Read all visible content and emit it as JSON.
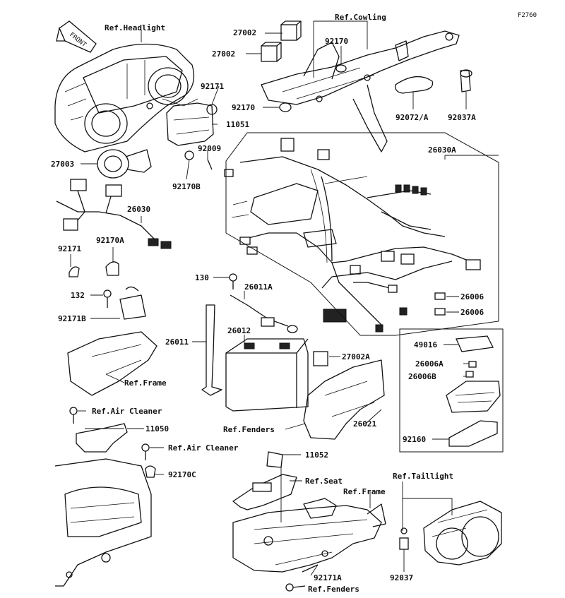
{
  "figure_id": "F2760",
  "front_label": "FRONT",
  "labels": {
    "ref_headlight": "Ref.Headlight",
    "ref_cowling": "Ref.Cowling",
    "p27002_a": "27002",
    "p27002_b": "27002",
    "p92170_top": "92170",
    "p92171_top": "92171",
    "p11051": "11051",
    "p92170_mid": "92170",
    "p92072a": "92072/A",
    "p92037a": "92037A",
    "p92009": "92009",
    "p27003": "27003",
    "p92170b": "92170B",
    "p26030a": "26030A",
    "p26030": "26030",
    "p92170a": "92170A",
    "p92171_left": "92171",
    "p130": "130",
    "p26011a": "26011A",
    "p132": "132",
    "p92171b": "92171B",
    "p26006_a": "26006",
    "p26006_b": "26006",
    "p26011": "26011",
    "p26012": "26012",
    "p49016": "49016",
    "p27002a": "27002A",
    "p26006a": "26006A",
    "p26006b": "26006B",
    "ref_frame_left": "Ref.Frame",
    "ref_air_cleaner_1": "Ref.Air Cleaner",
    "p11050": "11050",
    "ref_fenders_mid": "Ref.Fenders",
    "p26021": "26021",
    "p92160": "92160",
    "ref_air_cleaner_2": "Ref.Air Cleaner",
    "p11052": "11052",
    "p92170c": "92170C",
    "ref_taillight": "Ref.Taillight",
    "ref_seat": "Ref.Seat",
    "ref_frame_right": "Ref.Frame",
    "p92171a": "92171A",
    "p92037": "92037",
    "ref_fenders_bottom": "Ref.Fenders"
  }
}
